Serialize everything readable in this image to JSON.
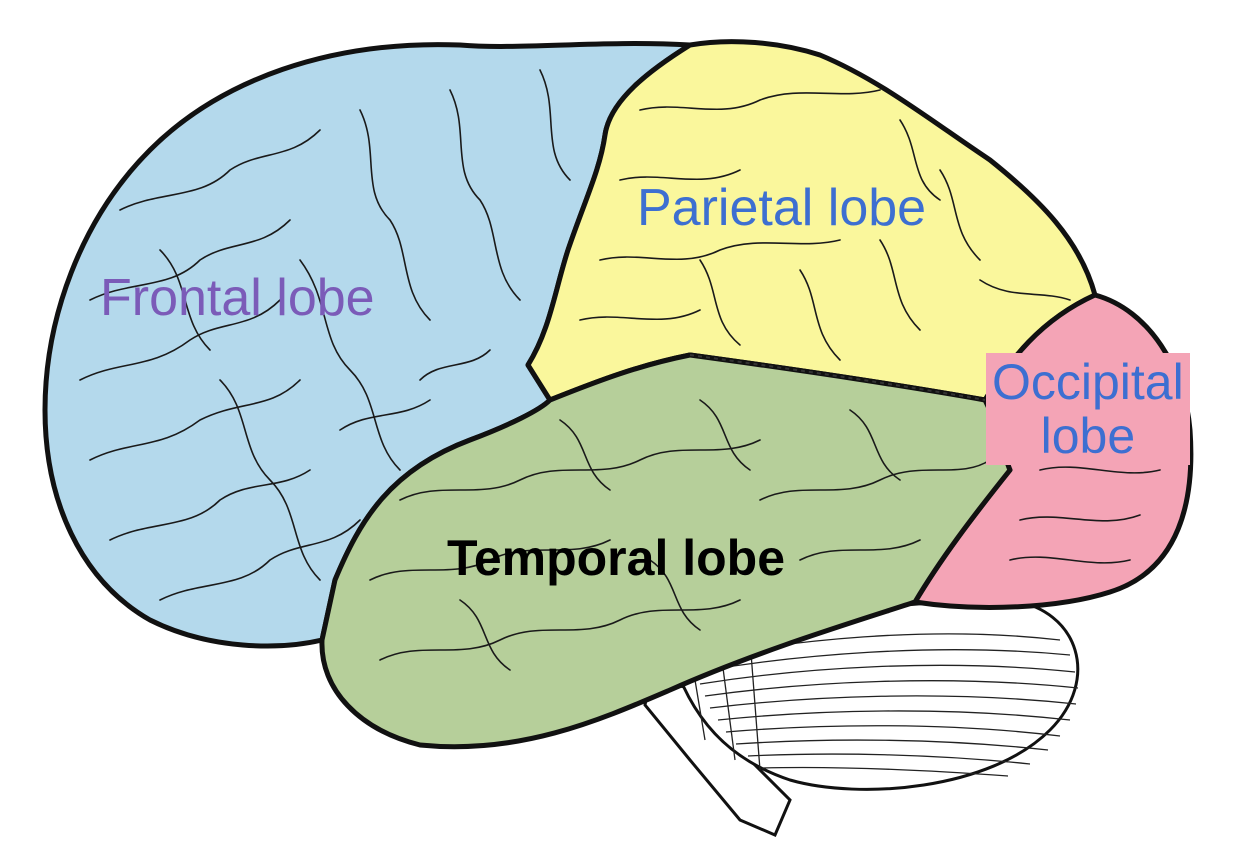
{
  "labels": {
    "frontal": "Frontal lobe",
    "parietal": "Parietal lobe",
    "temporal": "Temporal lobe",
    "occipital_line1": "Occipital",
    "occipital_line2": "lobe"
  },
  "colors": {
    "frontal_fill": "#b4d9ec",
    "parietal_fill": "#faf79c",
    "temporal_fill": "#b6cf9a",
    "occipital_fill": "#f4a4b6",
    "cerebellum_fill": "#ffffff",
    "outline": "#111111",
    "frontal_text": "#7b5bb8",
    "parietal_text": "#3d6fd1",
    "temporal_text": "#000000",
    "occipital_text": "#3d6fd1",
    "occipital_label_bg": "#f4a4b6"
  }
}
